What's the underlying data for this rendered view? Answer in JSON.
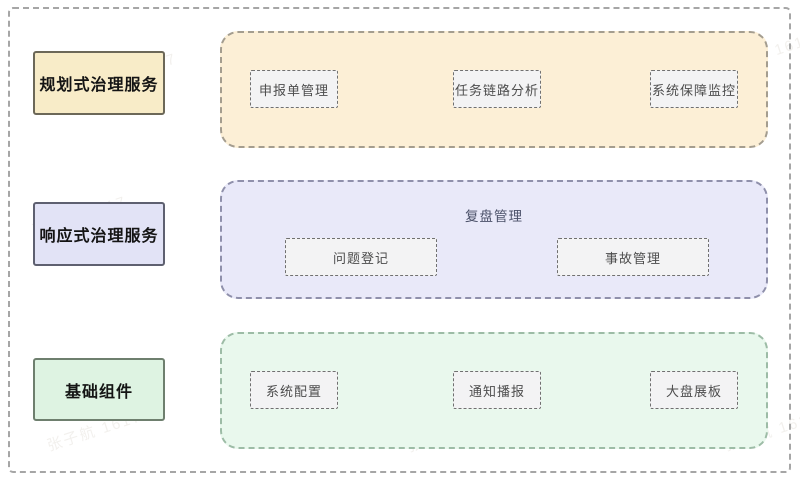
{
  "watermark": {
    "text": "张子航 1617"
  },
  "rows": [
    {
      "label": "规划式治理服务",
      "items": [
        "申报单管理",
        "任务链路分析",
        "系统保障监控"
      ],
      "fill": "#fcefd6",
      "label_fill": "#f8ecc8",
      "border": "#a49d8f"
    },
    {
      "label": "响应式治理服务",
      "group_title": "复盘管理",
      "items": [
        "问题登记",
        "事故管理"
      ],
      "fill": "#e9e9f9",
      "label_fill": "#e2e3f6",
      "border": "#8f90ab"
    },
    {
      "label": "基础组件",
      "items": [
        "系统配置",
        "通知播报",
        "大盘展板"
      ],
      "fill": "#e9f8ed",
      "label_fill": "#def3e2",
      "border": "#9dbca6"
    }
  ],
  "colors": {
    "background": "#ffffff",
    "frame_border": "#a6a6a6",
    "item_fill": "#f3f3f4",
    "item_border": "#707070",
    "item_text": "#4d4d4d",
    "group_title_text": "#4a5068"
  }
}
